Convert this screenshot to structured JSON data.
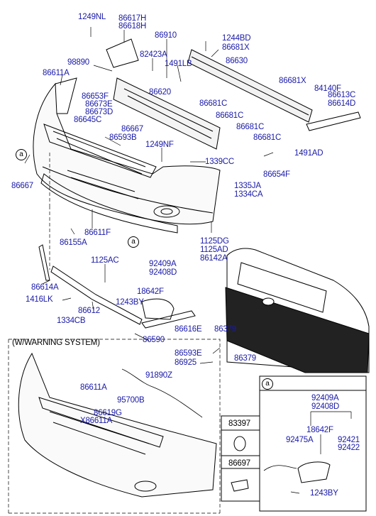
{
  "labels": {
    "l01": "1249NL",
    "l02": "86617H",
    "l03": "86618H",
    "l04": "86910",
    "l05": "1244BD",
    "l06": "86681X",
    "l07": "82423A",
    "l08": "1491LB",
    "l09": "98890",
    "l10": "86630",
    "l11": "86611A",
    "l12": "86620",
    "l13": "86681X",
    "l14": "84140F",
    "l15": "86653F",
    "l16": "86613C",
    "l17": "86614D",
    "l18": "86673E",
    "l19": "86673D",
    "l20": "86681C",
    "l21": "86645C",
    "l22": "86681C",
    "l23": "86667",
    "l24": "86593B",
    "l25": "86681C",
    "l26": "86681C",
    "l27": "1249NF",
    "l28": "1491AD",
    "l29": "1339CC",
    "l30": "86654F",
    "l31": "86667",
    "l32": "1335JA",
    "l33": "1334CA",
    "l34": "86611F",
    "l35": "86155A",
    "l36": "1125DG",
    "l37": "1125AD",
    "l38": "86142A",
    "l39": "1125AC",
    "l40": "92409A",
    "l41": "92408D",
    "l42": "86614A",
    "l43": "18642F",
    "l44": "1416LK",
    "l45": "86612",
    "l46": "1243BY",
    "l47": "1334CB",
    "l48": "86616E",
    "l49": "86379",
    "l50": "86590",
    "l51": "86593E",
    "l52": "86925",
    "l53": "86379",
    "l54": "91890Z",
    "l55": "86611A",
    "l56": "95700B",
    "l57": "86619G",
    "l58": "X86611A",
    "l59": "92409A",
    "l60": "92408D",
    "l61": "18642F",
    "l62": "92475A",
    "l63": "92421",
    "l64": "92422",
    "l65": "1243BY"
  },
  "warning_box_title": "(W/WARNING SYSTEM)",
  "callout_a_top": "a",
  "callout_a_mid": "a",
  "inset_a_tag": "a",
  "side_box": {
    "item1": "83397",
    "item2": "86697"
  }
}
